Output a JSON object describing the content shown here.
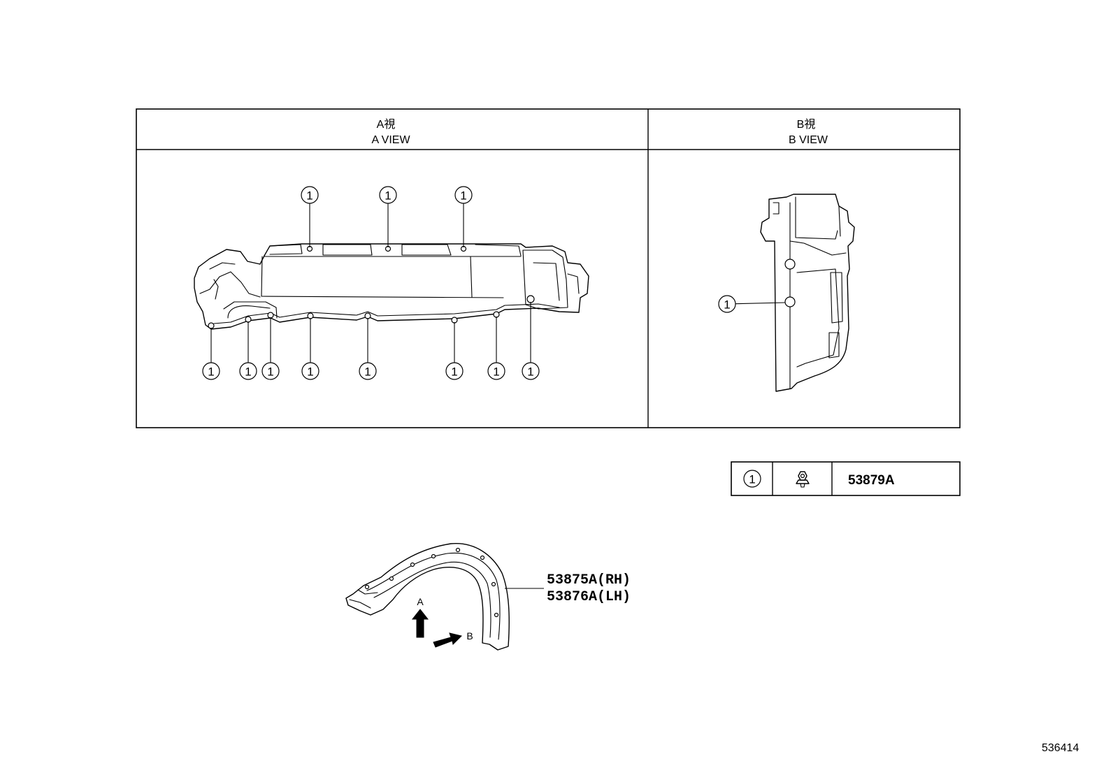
{
  "views": {
    "a": {
      "title_jp": "A視",
      "title_en": "A VIEW"
    },
    "b": {
      "title_jp": "B視",
      "title_en": "B VIEW"
    }
  },
  "callout": "1",
  "legend": {
    "ref": "1",
    "icon": "clip-icon",
    "part_no": "53879A"
  },
  "parts": {
    "rh": "53875A(RH)",
    "lh": "53876A(LH)"
  },
  "arrows": {
    "a": "A",
    "b": "B"
  },
  "diagram_id": "536414"
}
